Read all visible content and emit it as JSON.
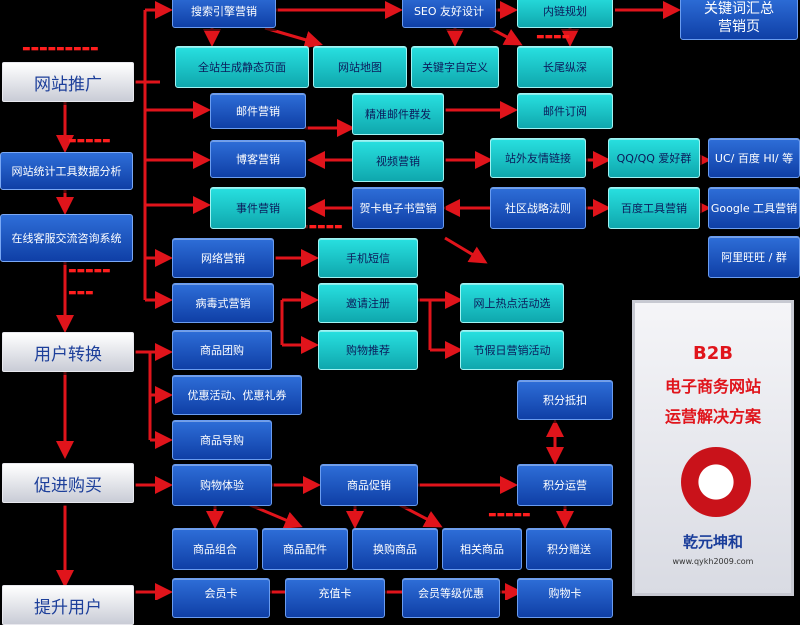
{
  "stages": [
    "网站推广",
    "用户转换",
    "促进购买",
    "提升用户"
  ],
  "sidebar": [
    "网站统计工具数据分析",
    "在线客服交流咨询系统"
  ],
  "top_right": [
    "关键词汇总",
    "营销页"
  ],
  "nodes": {
    "search_marketing": "搜索引擎营销",
    "seo": "SEO 友好设计",
    "inner_links": "内链规划",
    "static_pages": "全站生成静态页面",
    "sitemap": "网站地图",
    "custom_keywords": "关键字自定义",
    "long_tail": "长尾纵深",
    "email_marketing": "邮件营销",
    "precise_email": "精准邮件群发",
    "email_subscribe": "邮件订阅",
    "blog_marketing": "博客营销",
    "video_marketing": "视频营销",
    "external_links": "站外友情链接",
    "qq": "QQ/QQ 爱好群",
    "uc_baidu": "UC/ 百度 HI/ 等",
    "event_marketing": "事件营销",
    "ecard_marketing": "贺卡电子书营销",
    "community": "社区战略法则",
    "baidu_tools": "百度工具营销",
    "google_tools": "Google 工具营销",
    "aliwangwang": "阿里旺旺 / 群",
    "network_marketing": "网络营销",
    "sms": "手机短信",
    "viral_marketing": "病毒式营销",
    "invite_register": "邀请注册",
    "online_events": "网上热点活动选",
    "purchase_recommend": "购物推荐",
    "holiday_marketing": "节假日营销活动",
    "group_buy": "商品团购",
    "promotions": "优惠活动、优惠礼券",
    "product_guide": "商品导购",
    "points_deduct": "积分抵扣",
    "shopping_experience": "购物体验",
    "product_promotion": "商品促销",
    "points_operation": "积分运营",
    "product_combo": "商品组合",
    "product_accessories": "商品配件",
    "exchange_product": "换购商品",
    "related_products": "相关商品",
    "points_gift": "积分赠送",
    "member_card": "会员卡",
    "recharge_card": "充值卡",
    "member_level": "会员等级优惠",
    "shopping_card": "购物卡"
  },
  "panel": {
    "line1": "B2B",
    "line2": "电子商务网站",
    "line3": "运营解决方案",
    "brand": "乾元坤和",
    "url": "www.qykh2009.com"
  },
  "colors": {
    "arrow": "#e0141b",
    "box_blue": "#1a4fc0",
    "box_teal": "#1ec8cc",
    "background": "#000000"
  }
}
